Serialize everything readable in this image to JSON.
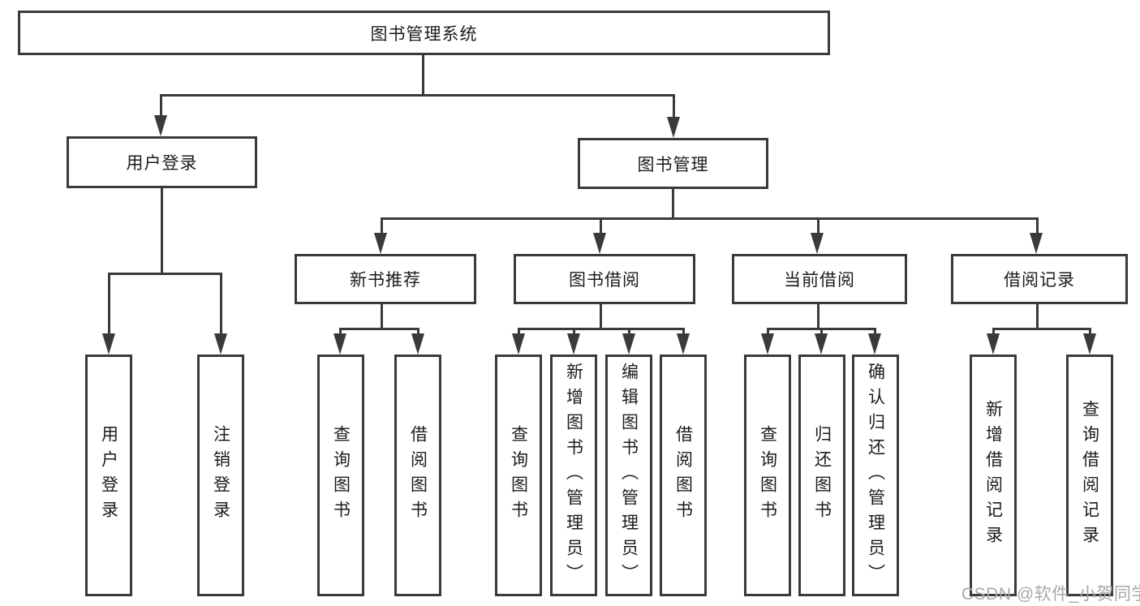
{
  "diagram": {
    "type": "tree",
    "background_color": "#ffffff",
    "line_color": "#3a3a3a",
    "text_color": "#1c1c1c",
    "root": {
      "label": "图书管理系统"
    },
    "branches": [
      {
        "label": "用户登录",
        "children": [
          {
            "label": "用户登录"
          },
          {
            "label": "注销登录"
          }
        ]
      },
      {
        "label": "图书管理",
        "children": [
          {
            "label": "新书推荐",
            "children": [
              {
                "label": "查询图书"
              },
              {
                "label": "借阅图书"
              }
            ]
          },
          {
            "label": "图书借阅",
            "children": [
              {
                "label": "查询图书"
              },
              {
                "label": "新增图书（管理员）"
              },
              {
                "label": "编辑图书（管理员）"
              },
              {
                "label": "借阅图书"
              }
            ]
          },
          {
            "label": "当前借阅",
            "children": [
              {
                "label": "查询图书"
              },
              {
                "label": "归还图书"
              },
              {
                "label": "确认归还（管理员）"
              }
            ]
          },
          {
            "label": "借阅记录",
            "children": [
              {
                "label": "新增借阅记录"
              },
              {
                "label": "查询借阅记录"
              }
            ]
          }
        ]
      }
    ],
    "watermark": {
      "text": "CSDN @软件_小贺同学",
      "color": "#a9a9a9"
    }
  }
}
